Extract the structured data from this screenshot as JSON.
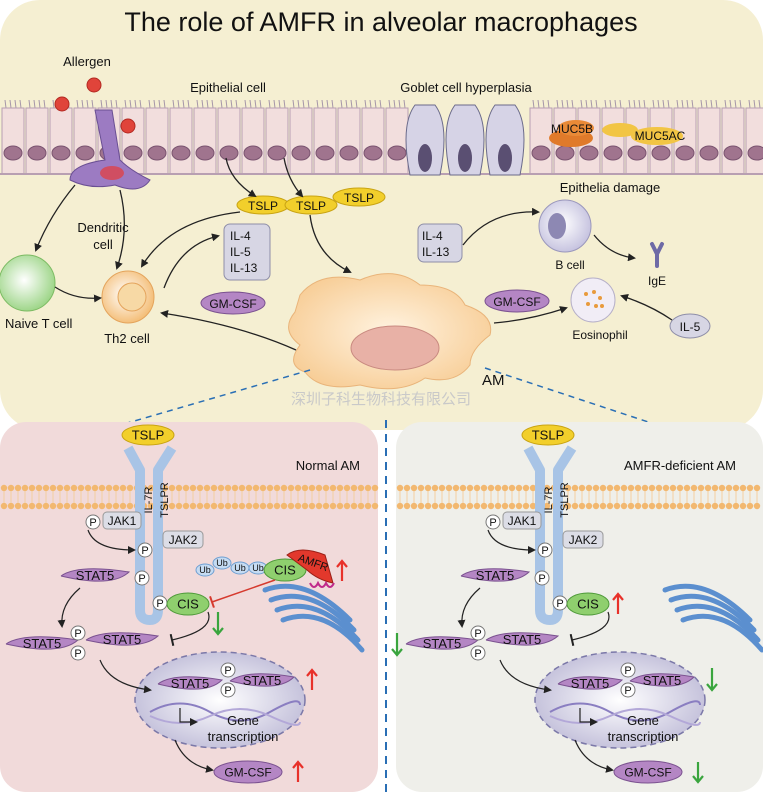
{
  "title": "The role of AMFR in alveolar macrophages",
  "top": {
    "allergen": "Allergen",
    "epithelial_cell": "Epithelial cell",
    "goblet": "Goblet cell hyperplasia",
    "muc5b": "MUC5B",
    "muc5ac": "MUC5AC",
    "dendritic_1": "Dendritic",
    "dendritic_2": "cell",
    "tslp": "TSLP",
    "epithelia_damage": "Epithelia damage",
    "il4": "IL-4",
    "il5": "IL-5",
    "il13": "IL-13",
    "b_cell": "B cell",
    "ige": "IgE",
    "naive_t": "Naive T cell",
    "th2": "Th2 cell",
    "gmcsf": "GM-CSF",
    "eosinophil": "Eosinophil",
    "am": "AM",
    "watermark": "深圳子科生物科技有限公司"
  },
  "panels": {
    "left_title": "Normal AM",
    "right_title": "AMFR-deficient AM"
  },
  "pathway": {
    "il7r": "IL-7R",
    "tslpr": "TSLPR",
    "jak1": "JAK1",
    "jak2": "JAK2",
    "p": "P",
    "stat5": "STAT5",
    "cis": "CIS",
    "amfr": "AMFR",
    "ub": "Ub",
    "gene_1": "Gene",
    "gene_2": "transcription",
    "gmcsf": "GM-CSF"
  },
  "colors": {
    "background_top": "#f5efd2",
    "panel_left": "#f1dada",
    "panel_right": "#efefea",
    "membrane": "#f2b870",
    "tslp_fill": "#f2cf2b",
    "stat5_fill": "#b486c4",
    "cis_fill": "#8fcf6e",
    "amfr_fill": "#e2382c",
    "up_arrow": "#e8312a",
    "down_arrow": "#3aa53e",
    "divider": "#2a6fb5"
  }
}
